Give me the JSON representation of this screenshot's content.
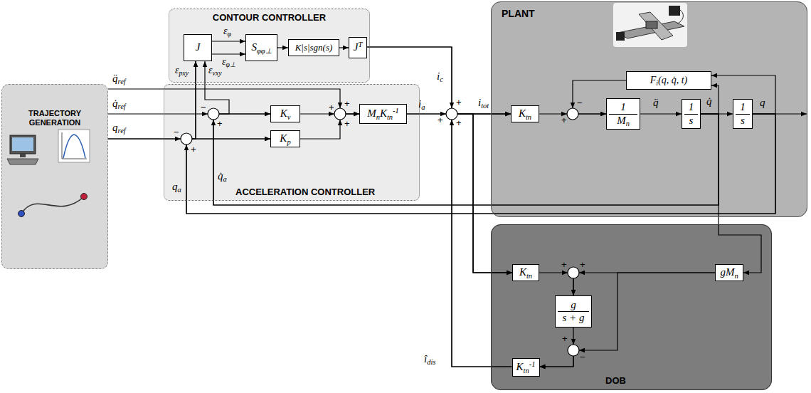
{
  "diagram": {
    "nodes": [
      {
        "text": [
          "TRAJECTORY GENERATION"
        ]
      },
      {
        "text": [
          "CONTOUR CONTROLLER"
        ]
      },
      {
        "text": [
          "J"
        ],
        "in": 1
      },
      {
        "text": [
          "Sφφ⊥"
        ],
        "in": 1
      },
      {
        "text": [
          "K|s|sgn(s)"
        ],
        "in": 1
      },
      {
        "text": [
          "JT"
        ],
        "in": 1
      },
      {
        "text": [
          "ACCELERATION CONTROLLER"
        ]
      },
      {
        "text": [
          "Kv"
        ],
        "in": 6
      },
      {
        "text": [
          "Kp"
        ],
        "in": 6
      },
      {
        "text": [
          "MnKtn-1"
        ],
        "in": 6
      },
      {
        "text": [
          "PLANT"
        ]
      },
      {
        "text": [
          "Ktn"
        ],
        "in": 10
      },
      {
        "text": [
          "Fi(q, q̇, t)"
        ],
        "in": 10
      },
      {
        "text": [
          "1",
          "Mn"
        ],
        "in": 10
      },
      {
        "text": [
          "1",
          "s"
        ],
        "in": 10
      },
      {
        "text": [
          "1",
          "s"
        ],
        "in": 10
      },
      {
        "text": [
          "DOB"
        ]
      },
      {
        "text": [
          "Ktn"
        ],
        "in": 16
      },
      {
        "text": [
          "g",
          "s + g"
        ],
        "in": 16
      },
      {
        "text": [
          "gMn"
        ],
        "in": 16
      },
      {
        "text": [
          "Ktn-1"
        ],
        "in": 16
      }
    ],
    "edges": [
      {
        "from": 0,
        "to": 9,
        "arrow": "to"
      },
      {
        "from": 0,
        "to": 7,
        "arrow": "to"
      },
      {
        "from": 0,
        "to": 8,
        "arrow": "to"
      },
      {
        "from": 0,
        "to": 2,
        "arrow": "to"
      },
      {
        "from": 14,
        "to": 7,
        "arrow": "to"
      },
      {
        "from": 15,
        "to": 8,
        "arrow": "to"
      },
      {
        "from": 14,
        "to": 2,
        "arrow": "to"
      },
      {
        "from": 15,
        "to": 2,
        "arrow": "to"
      },
      {
        "from": 7,
        "to": 9,
        "arrow": "to"
      },
      {
        "from": 8,
        "to": 9,
        "arrow": "to"
      },
      {
        "from": 2,
        "to": 3,
        "arrow": "to"
      },
      {
        "from": 3,
        "to": 4,
        "arrow": "to"
      },
      {
        "from": 4,
        "to": 5,
        "arrow": "to"
      },
      {
        "from": 5,
        "to": 11,
        "arrow": "to"
      },
      {
        "from": 9,
        "to": 11,
        "arrow": "to"
      },
      {
        "from": 20,
        "to": 11,
        "arrow": "to"
      },
      {
        "from": 5,
        "to": 17,
        "arrow": "to"
      },
      {
        "from": 9,
        "to": 17,
        "arrow": "to"
      },
      {
        "from": 20,
        "to": 17,
        "arrow": "to"
      },
      {
        "from": 11,
        "to": 13,
        "arrow": "to"
      },
      {
        "from": 12,
        "to": 13,
        "arrow": "to"
      },
      {
        "from": 13,
        "to": 14,
        "arrow": "to"
      },
      {
        "from": 14,
        "to": 15,
        "arrow": "to"
      },
      {
        "from": 14,
        "to": 12,
        "arrow": "to"
      },
      {
        "from": 15,
        "to": 12,
        "arrow": "to"
      },
      {
        "from": 14,
        "to": 19,
        "arrow": "to"
      },
      {
        "from": 17,
        "to": 18,
        "arrow": "to"
      },
      {
        "from": 19,
        "to": 18,
        "arrow": "to"
      },
      {
        "from": 18,
        "to": 20,
        "arrow": "to"
      },
      {
        "from": 19,
        "to": 20,
        "arrow": "to"
      }
    ],
    "labels": [
      "q̈ref",
      "q̇ref",
      "qref",
      "εpxy",
      "εvxy",
      "εφ",
      "εφ⊥",
      "ia",
      "ic",
      "itot",
      "îdis",
      "q̇a",
      "qa",
      "q̈",
      "q̇",
      "q",
      "−",
      "+",
      "−",
      "+",
      "+",
      "+",
      "+",
      "+",
      "+",
      "+",
      "+",
      "−",
      "+",
      "+",
      "+",
      "−"
    ]
  }
}
